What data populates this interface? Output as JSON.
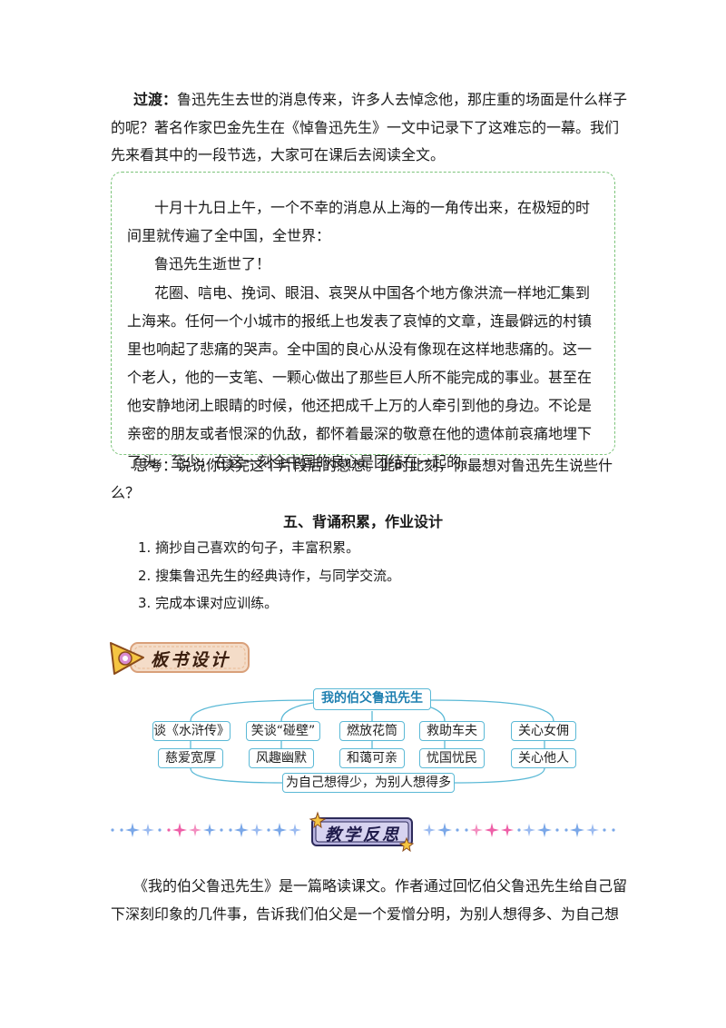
{
  "transition": {
    "label": "过渡：",
    "lines": [
      "鲁迅先生去世的消息传来，许多人去悼念他，那庄重的场面是什么样子",
      "的呢？著名作家巴金先生在《悼鲁迅先生》一文中记录下了这难忘的一幕。我们",
      "先来看其中的一段节选，大家可在课后去阅读全文。"
    ]
  },
  "excerpt": {
    "lines": [
      "十月十九日上午，一个不幸的消息从上海的一角传出来，在极短的时",
      "间里就传遍了全中国，全世界：",
      "鲁迅先生逝世了！",
      "花圈、唁电、挽词、眼泪、哀哭从中国各个地方像洪流一样地汇集到",
      "上海来。任何一个小城市的报纸上也发表了哀悼的文章，连最僻远的村镇",
      "里也响起了悲痛的哭声。全中国的良心从没有像现在这样地悲痛的。这一",
      "个老人，他的一支笔、一颗心做出了那些巨人所不能完成的事业。甚至在",
      "他安静地闭上眼睛的时候，他还把成千上万的人牵引到他的身边。不论是",
      "亲密的朋友或者恨深的仇敌，都怀着最深的敬意在他的遗体前哀痛地埋下",
      "了头。至少，在这一刻全中国的良心是团结在一起的。"
    ]
  },
  "think": {
    "lines": [
      "思考：说说你读完这个片段后的感想。此时此刻，你最想对鲁迅先生说些什",
      "么？"
    ]
  },
  "section5": {
    "heading": "五、背诵积累，作业设计",
    "items": [
      "1. 摘抄自己喜欢的句子，丰富积累。",
      "2. 搜集鲁迅先生的经典诗作，与同学交流。",
      "3. 完成本课对应训练。"
    ]
  },
  "blackboard": {
    "banner": "板书设计",
    "title": "我的伯父鲁迅先生",
    "events": [
      "谈《水浒传》",
      "笑谈“碰壁”",
      "燃放花筒",
      "救助车夫",
      "关心女佣"
    ],
    "traits": [
      "慈爱宽厚",
      "风趣幽默",
      "和蔼可亲",
      "忧国忧民",
      "关心他人"
    ],
    "summary": "为自己想得少，为别人想得多"
  },
  "reflection": {
    "banner": "教学反思",
    "lines": [
      "《我的伯父鲁迅先生》是一篇略读课文。作者通过回忆伯父鲁迅先生给自己留",
      "下深刻印象的几件事，告诉我们伯父是一个爱憎分明，为别人想得多、为自己想"
    ]
  },
  "colors": {
    "dash_border": "#7cc47a",
    "diagram_border": "#5bb9d6",
    "sparkle_blue": "#7aa7e8",
    "sparkle_pink": "#ee5fa7",
    "banner_fill": "#f4dcc8"
  }
}
